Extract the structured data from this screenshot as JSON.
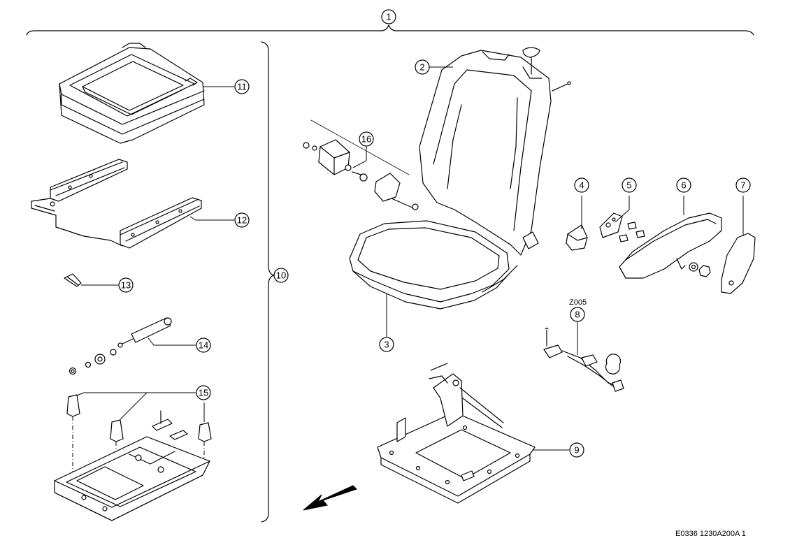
{
  "callouts": {
    "c1": "1",
    "c2": "2",
    "c3": "3",
    "c4": "4",
    "c5": "5",
    "c6": "6",
    "c7": "7",
    "c8": "8",
    "c9": "9",
    "c10": "10",
    "c11": "11",
    "c12": "12",
    "c13": "13",
    "c14": "14",
    "c15": "15",
    "c16": "16"
  },
  "labels": {
    "z_code": "Z005",
    "figure_code": "E0336 1230A200A 1"
  },
  "icons": {
    "direction_arrow": "front-direction-arrow-icon"
  }
}
